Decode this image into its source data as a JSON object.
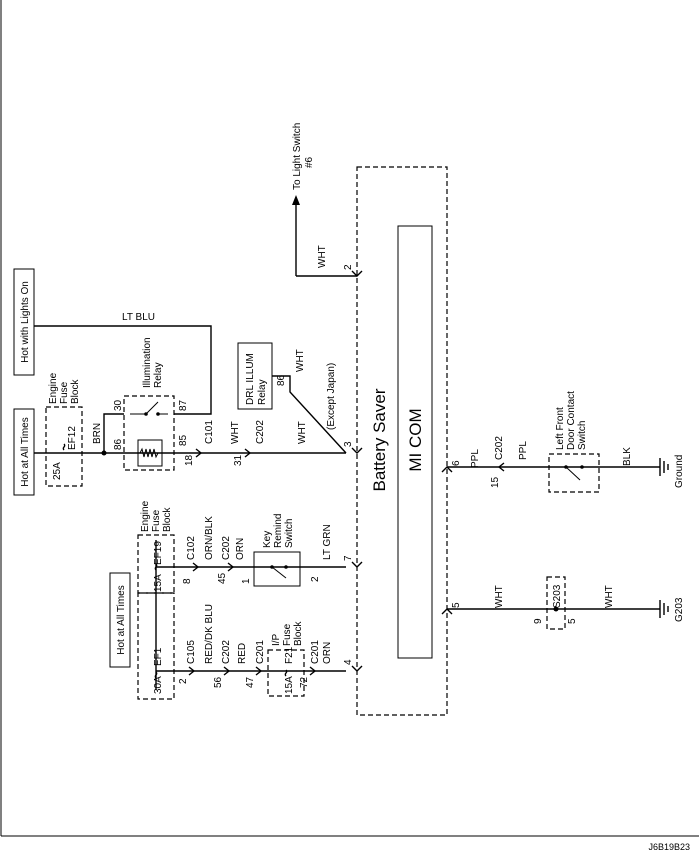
{
  "module": {
    "outer_label": "Battery Saver",
    "inner_label": "MI COM"
  },
  "labels": {
    "hot_lights_on": "Hot with Lights On",
    "hot_all_times_1": "Hot at All Times",
    "hot_all_times_2": "Hot at All Times",
    "engine_fuse_block_1": [
      "Engine",
      "Fuse",
      "Block"
    ],
    "engine_fuse_block_2": [
      "Engine",
      "Fuse",
      "Block"
    ],
    "ip_fuse_block": [
      "I/P",
      "Fuse",
      "Block"
    ],
    "illumination_relay": [
      "Illumination",
      "Relay"
    ],
    "drl_illum_relay": [
      "DRL ILLUM",
      "Relay"
    ],
    "except_japan": "(Except Japan)",
    "to_light_switch": [
      "To Light Switch",
      "#6"
    ],
    "key_remind_switch": [
      "Key",
      "Remind",
      "Switch"
    ],
    "left_front_door_switch": [
      "Left Front",
      "Door Contact",
      "Switch"
    ],
    "ground": "Ground",
    "g203": "G203",
    "splice": "S203",
    "figure_id": "J6B19B23"
  },
  "fuses": {
    "ef12": "EF12",
    "ef12_rating": "25A",
    "ef19": "EF19",
    "ef19_rating": "15A",
    "ef1": "EF1",
    "ef1_rating": "30A",
    "f21": "F21",
    "f21_rating": "15A"
  },
  "wires": {
    "lt_blu": "LT BLU",
    "brn": "BRN",
    "wht": "WHT",
    "orn_blk": "ORN/BLK",
    "orn": "ORN",
    "lt_grn": "LT GRN",
    "red_dk_blu": "RED/DK BLU",
    "red": "RED",
    "ppl": "PPL",
    "blk": "BLK"
  },
  "connectors": {
    "c101": "C101",
    "c102": "C102",
    "c105": "C105",
    "c201": "C201",
    "c202": "C202"
  },
  "pins": {
    "p2": "2",
    "p3": "3",
    "p4": "4",
    "p5": "5",
    "p6": "6",
    "p7": "7",
    "r30": "30",
    "r86": "86",
    "r87": "87",
    "r85": "85",
    "drl86": "86",
    "c101_18": "18",
    "c202_31": "31",
    "c102_8": "8",
    "c202_45": "45",
    "kr_1": "1",
    "kr_2": "2",
    "c105_2": "2",
    "c202_56": "56",
    "c201_47": "47",
    "c201_72": "72",
    "c202_15": "15",
    "s203_9": "9",
    "s203_5": "5"
  }
}
